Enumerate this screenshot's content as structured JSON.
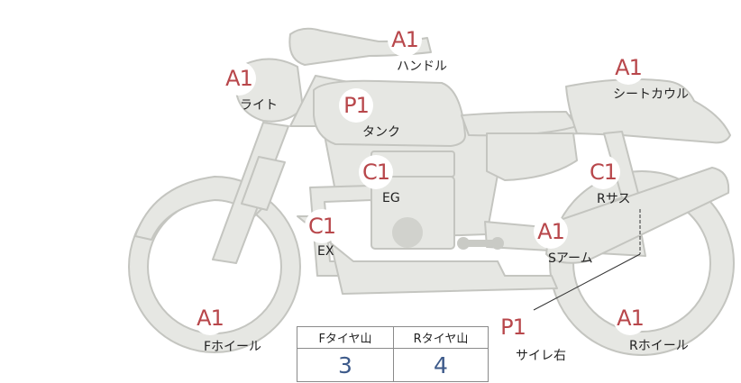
{
  "parts": [
    {
      "id": "handle",
      "grade": "A1",
      "label": "ハンドル"
    },
    {
      "id": "light",
      "grade": "A1",
      "label": "ライト"
    },
    {
      "id": "tank",
      "grade": "P1",
      "label": "タンク"
    },
    {
      "id": "seat-cowl",
      "grade": "A1",
      "label": "シートカウル"
    },
    {
      "id": "engine",
      "grade": "C1",
      "label": "EG"
    },
    {
      "id": "rear-suspension",
      "grade": "C1",
      "label": "Rサス"
    },
    {
      "id": "exhaust",
      "grade": "C1",
      "label": "EX"
    },
    {
      "id": "swingarm",
      "grade": "A1",
      "label": "Sアーム"
    },
    {
      "id": "front-wheel",
      "grade": "A1",
      "label": "Fホイール"
    },
    {
      "id": "silencer-right",
      "grade": "P1",
      "label": "サイレ右"
    },
    {
      "id": "rear-wheel",
      "grade": "A1",
      "label": "Rホイール"
    }
  ],
  "tread_table": {
    "front_header": "Fタイヤ山",
    "rear_header": "Rタイヤ山",
    "front_value": "3",
    "rear_value": "4"
  },
  "colors": {
    "bike_fill": "#e6e7e3",
    "bike_stroke": "#c4c5c0",
    "grade_text": "#b8474b",
    "tread_value": "#3d5a8a"
  }
}
